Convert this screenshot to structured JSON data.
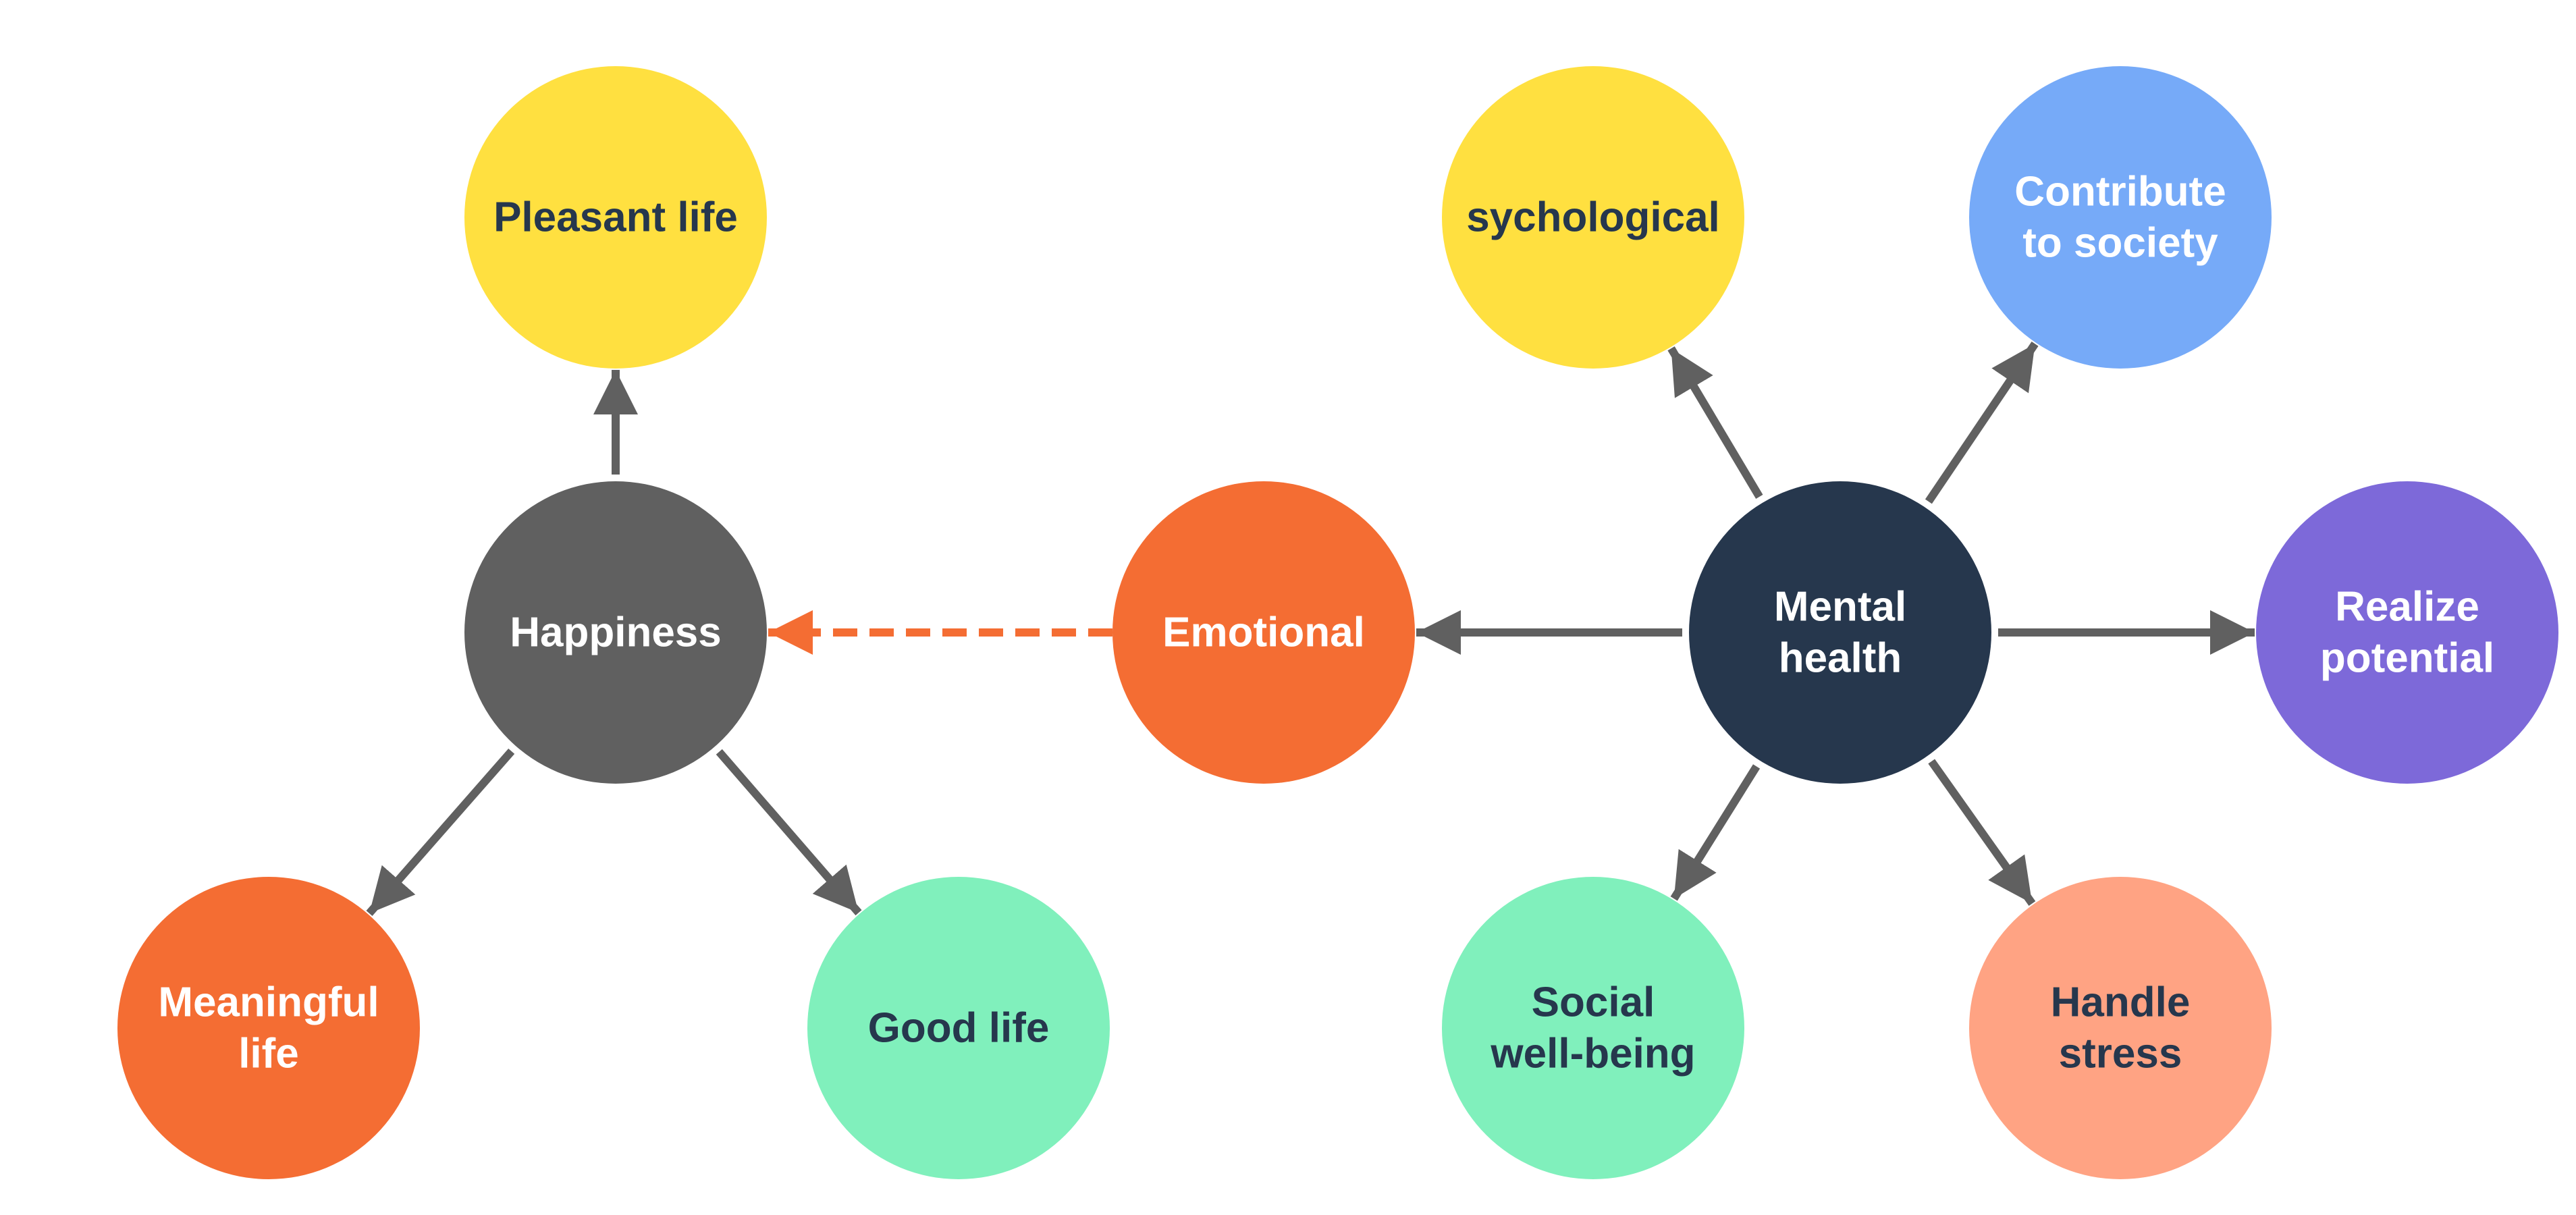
{
  "diagram": {
    "colors": {
      "edge": "#606060",
      "dashed_edge": "#f46d33",
      "dark_text": "#26374d",
      "light_text": "#ffffff"
    },
    "nodes": [
      {
        "id": "pleasant-life",
        "lines": [
          "Pleasant life"
        ],
        "fill": "#ffe040",
        "text_color": "#26374d"
      },
      {
        "id": "happiness",
        "lines": [
          "Happiness"
        ],
        "fill": "#606060",
        "text_color": "#ffffff"
      },
      {
        "id": "meaningful-life",
        "lines": [
          "Meaningful",
          "life"
        ],
        "fill": "#f46d33",
        "text_color": "#ffffff"
      },
      {
        "id": "good-life",
        "lines": [
          "Good life"
        ],
        "fill": "#80f0bc",
        "text_color": "#26374d"
      },
      {
        "id": "emotional",
        "lines": [
          "Emotional"
        ],
        "fill": "#f46d33",
        "text_color": "#ffffff"
      },
      {
        "id": "mental-health",
        "lines": [
          "Mental",
          "health"
        ],
        "fill": "#26374d",
        "text_color": "#ffffff"
      },
      {
        "id": "psychological",
        "lines": [
          "sychological"
        ],
        "fill": "#ffe040",
        "text_color": "#26374d"
      },
      {
        "id": "contribute-to-society",
        "lines": [
          "Contribute",
          "to society"
        ],
        "fill": "#76aaf8",
        "text_color": "#ffffff"
      },
      {
        "id": "realize-potential",
        "lines": [
          "Realize",
          "potential"
        ],
        "fill": "#7d69d9",
        "text_color": "#ffffff"
      },
      {
        "id": "social-well-being",
        "lines": [
          "Social",
          "well-being"
        ],
        "fill": "#80f0bc",
        "text_color": "#26374d"
      },
      {
        "id": "handle-stress",
        "lines": [
          "Handle",
          "stress"
        ],
        "fill": "#ffa383",
        "text_color": "#26374d"
      }
    ],
    "edges": [
      {
        "from": "happiness",
        "to": "pleasant-life",
        "style": "solid"
      },
      {
        "from": "happiness",
        "to": "meaningful-life",
        "style": "solid"
      },
      {
        "from": "happiness",
        "to": "good-life",
        "style": "solid"
      },
      {
        "from": "emotional",
        "to": "happiness",
        "style": "dashed"
      },
      {
        "from": "mental-health",
        "to": "emotional",
        "style": "solid"
      },
      {
        "from": "mental-health",
        "to": "psychological",
        "style": "solid"
      },
      {
        "from": "mental-health",
        "to": "contribute-to-society",
        "style": "solid"
      },
      {
        "from": "mental-health",
        "to": "realize-potential",
        "style": "solid"
      },
      {
        "from": "mental-health",
        "to": "social-well-being",
        "style": "solid"
      },
      {
        "from": "mental-health",
        "to": "handle-stress",
        "style": "solid"
      }
    ]
  }
}
